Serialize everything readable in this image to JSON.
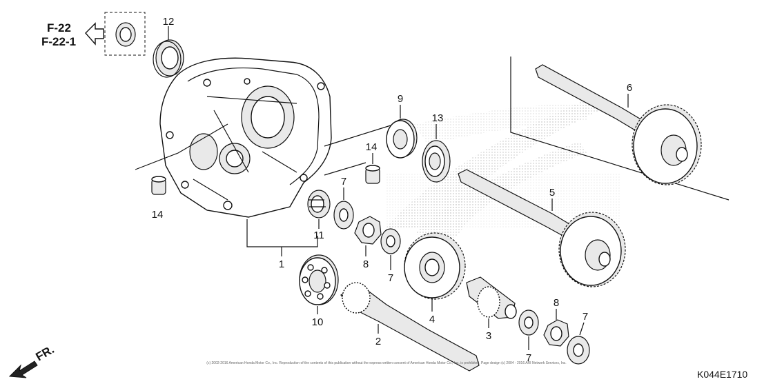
{
  "references": {
    "line1": "F-22",
    "line2": "F-22-1"
  },
  "direction": {
    "text": "FR.",
    "icon": "front-direction-arrow-icon"
  },
  "diagram_code": "K044E1710",
  "copyright": "(c) 2002-2016 American Honda Motor Co., Inc. Reproduction of the contents of this publication without the express written consent of American Honda Motor Co., Inc. is prohibited. Page design (c) 2004 - 2016 ARI Network Services, Inc.",
  "callouts": [
    {
      "num": "12"
    },
    {
      "num": "6"
    },
    {
      "num": "9"
    },
    {
      "num": "13"
    },
    {
      "num": "14"
    },
    {
      "num": "14"
    },
    {
      "num": "5"
    },
    {
      "num": "7"
    },
    {
      "num": "11"
    },
    {
      "num": "8"
    },
    {
      "num": "7"
    },
    {
      "num": "1"
    },
    {
      "num": "10"
    },
    {
      "num": "4"
    },
    {
      "num": "3"
    },
    {
      "num": "2"
    },
    {
      "num": "8"
    },
    {
      "num": "7"
    },
    {
      "num": "7"
    }
  ]
}
